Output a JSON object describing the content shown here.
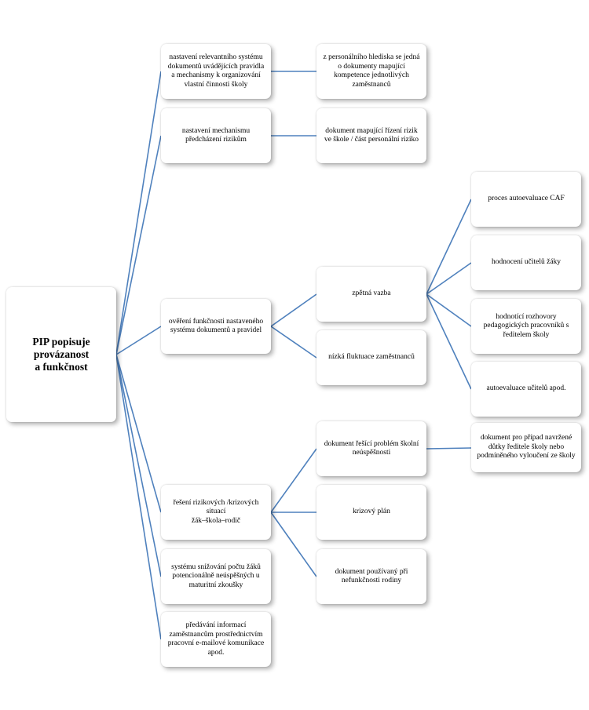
{
  "colors": {
    "connector": "#4f81bd",
    "box": "#ffffff"
  },
  "diagram": {
    "root": "PIP popisuje\nprovázanost\na funkčnost",
    "l1": [
      "nastavení relevantního  systému dokumentů uvádějících pravidla a mechanismy  k organizování vlastní činnosti školy",
      "nastavení mechanismu předcházení rizikům",
      "ověření funkčnosti nastaveného systému dokumentů a pravidel",
      "řešení rizikových /krizových situací\nžák–škola–rodič",
      "systému snižování počtu žáků potencionálně  neúspěšných u maturitní zkoušky",
      "předávání  informací zaměstnancům prostřednictvím pracovní e-mailové komunikace apod."
    ],
    "l2": [
      "z personálního hlediska se jedná o dokumenty mapující kompetence jednotlivých zaměstnanců",
      "dokument  mapující řízení rizik ve škole / část personální riziko",
      "zpětná vazba",
      "nízká fluktuace zaměstnanců",
      "dokument řešící problém školní neúspěšnosti",
      "krizový  plán",
      "dokument používaný při nefunkčnosti rodiny"
    ],
    "l3": [
      "proces autoevaluace CAF",
      "hodnocení učitelů žáky",
      "hodnotící rozhovory pedagogických pracovníků s ředitelem školy",
      "autoevaluace učitelů apod.",
      "dokument pro případ navržené důtky ředitele školy nebo podmíněného vyloučení ze školy"
    ]
  }
}
